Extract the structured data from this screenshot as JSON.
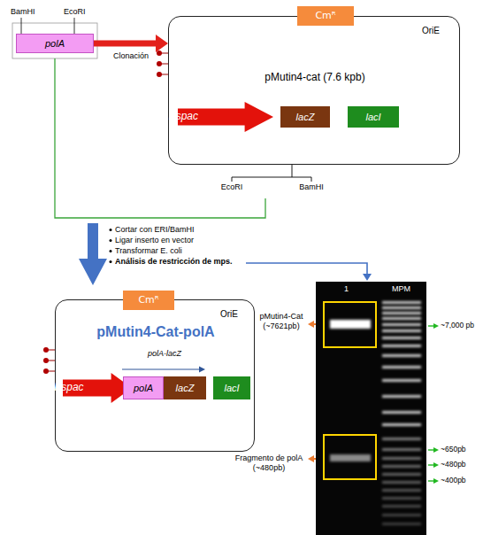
{
  "diagram": {
    "nodes": [
      {
        "text": [
          "polA"
        ]
      },
      {
        "text": [
          "OriE",
          "pMutin4-cat (7.6 kpb)"
        ]
      },
      {
        "text": [
          "Cmᴿ"
        ],
        "in": 1
      },
      {
        "text": [
          "Pspac"
        ],
        "in": 1
      },
      {
        "text": [
          "lacZ"
        ],
        "in": 1
      },
      {
        "text": [
          "lacI"
        ],
        "in": 1
      },
      {
        "text": [
          "OriE",
          "pMutin4-Cat-polA",
          "polA-lacZ"
        ]
      },
      {
        "text": [
          "Cmᴿ"
        ],
        "in": 6
      },
      {
        "text": [
          "Pspac"
        ],
        "in": 6
      },
      {
        "text": [
          "polA"
        ],
        "in": 6
      },
      {
        "text": [
          "lacZ"
        ],
        "in": 6
      },
      {
        "text": [
          "lacI"
        ],
        "in": 6
      },
      {
        "text": [
          "1",
          "MPM"
        ]
      }
    ],
    "edges": [
      {
        "from": 0,
        "to": 1,
        "label": "Clonación",
        "arrow": "to"
      }
    ],
    "labels": [
      "BamHI",
      "EcoRI",
      "EcoRI",
      "BamHI",
      "Cortar con ERI/BamHI",
      "Ligar inserto en vector",
      "Transformar E. coli",
      "Análisis de restricción de mps.",
      "pMutin4-Cat (~7621pb)",
      "Fragmento de polA (~480pb)",
      "~7,000 pb",
      "~650pb",
      "~480pb",
      "~400pb"
    ]
  }
}
